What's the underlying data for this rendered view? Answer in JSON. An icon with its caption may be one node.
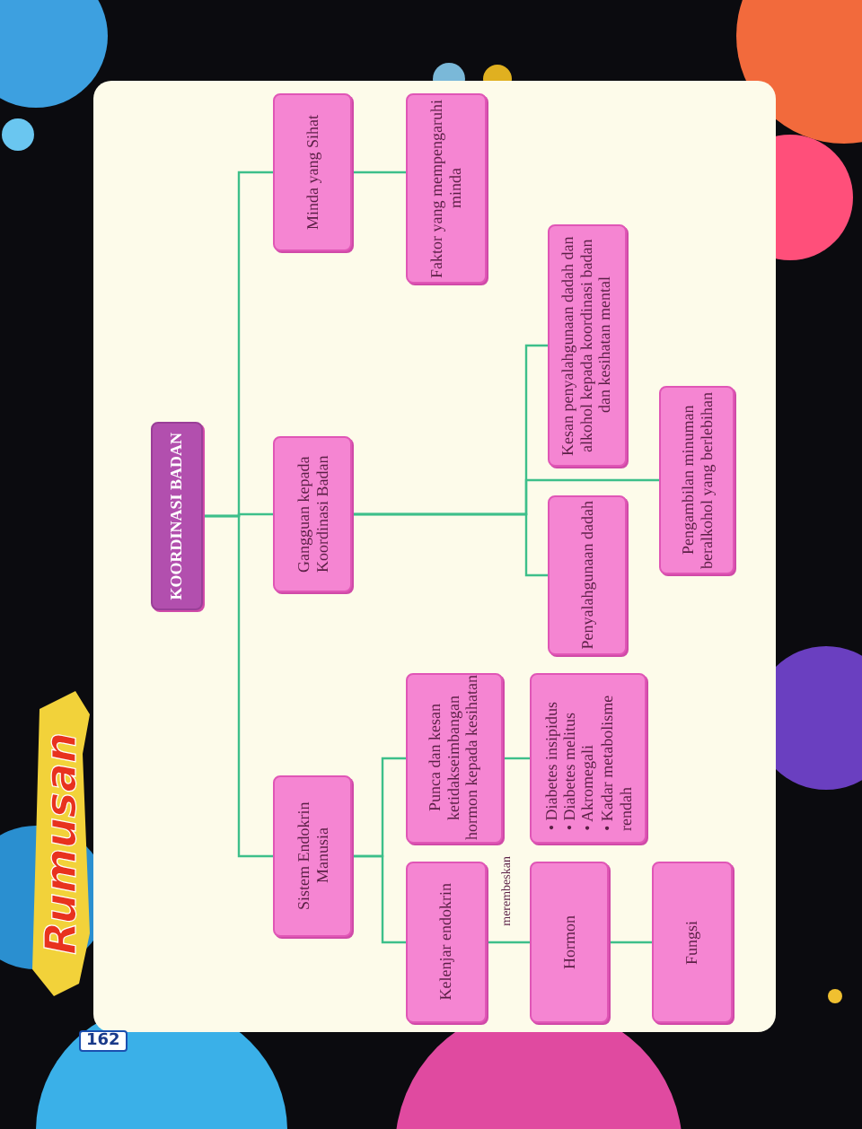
{
  "diagram": {
    "nodes": [
      {
        "text": [
          "KOORDINASI BADAN"
        ]
      },
      {
        "text": [
          "Minda yang Sihat"
        ]
      },
      {
        "text": [
          "Gangguan kepada Koordinasi Badan"
        ]
      },
      {
        "text": [
          "Sistem Endokrin Manusia"
        ]
      },
      {
        "text": [
          "Faktor yang mempengaruhi minda"
        ]
      },
      {
        "text": [
          "Kesan penyalahgunaan dadah dan alkohol kepada koordinasi badan dan kesihatan mental"
        ]
      },
      {
        "text": [
          "Penyalahgunaan dadah"
        ]
      },
      {
        "text": [
          "Pengambilan minuman beralkohol yang berlebihan"
        ]
      },
      {
        "text": [
          "Punca dan kesan ketidakseimbangan hormon kepada kesihatan"
        ]
      },
      {
        "text": [
          "• Diabetes insipidus",
          "• Diabetes melitus",
          "• Akromegali",
          "• Kadar metabolisme rendah"
        ]
      },
      {
        "text": [
          "Kelenjar endokrin"
        ]
      },
      {
        "text": [
          "Hormon"
        ]
      },
      {
        "text": [
          "Fungsi"
        ]
      }
    ],
    "edges": [
      {
        "from": 0,
        "to": 1,
        "arrow": "none"
      },
      {
        "from": 0,
        "to": 2,
        "arrow": "none"
      },
      {
        "from": 0,
        "to": 3,
        "arrow": "none"
      },
      {
        "from": 1,
        "to": 4,
        "arrow": "none"
      },
      {
        "from": 2,
        "to": 5,
        "arrow": "none"
      },
      {
        "from": 2,
        "to": 6,
        "arrow": "none"
      },
      {
        "from": 2,
        "to": 7,
        "arrow": "none"
      },
      {
        "from": 3,
        "to": 8,
        "arrow": "none"
      },
      {
        "from": 3,
        "to": 10,
        "arrow": "none"
      },
      {
        "from": 8,
        "to": 9,
        "arrow": "none"
      },
      {
        "from": 10,
        "to": 11,
        "label": "merembeskan",
        "arrow": "none"
      },
      {
        "from": 11,
        "to": 12,
        "arrow": "none"
      }
    ],
    "labels": [
      "Rumusan",
      "162"
    ]
  }
}
